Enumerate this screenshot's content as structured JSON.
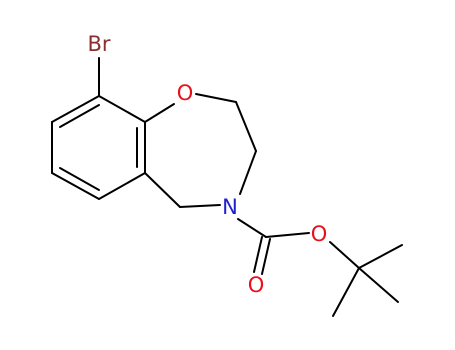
{
  "molecule": {
    "atoms": {
      "br": {
        "label": "Br",
        "color": "#8b2e2e"
      },
      "o_ring": {
        "label": "O",
        "color": "#e8101a"
      },
      "n": {
        "label": "N",
        "color": "#1f1fcc"
      },
      "o_ester": {
        "label": "O",
        "color": "#e8101a"
      },
      "o_carbonyl": {
        "label": "O",
        "color": "#e8101a"
      }
    },
    "bond_color": "#000000"
  }
}
